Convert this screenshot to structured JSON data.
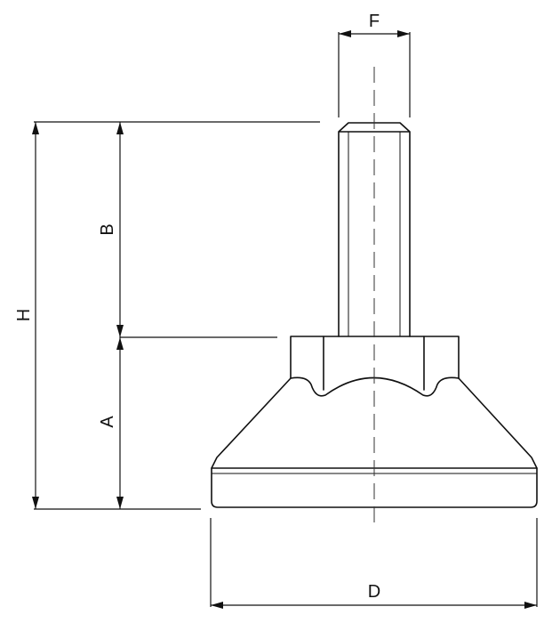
{
  "labels": {
    "F": "F",
    "B": "B",
    "H": "H",
    "A": "A",
    "D": "D"
  },
  "colors": {
    "line": "#111111",
    "background": "#ffffff"
  }
}
